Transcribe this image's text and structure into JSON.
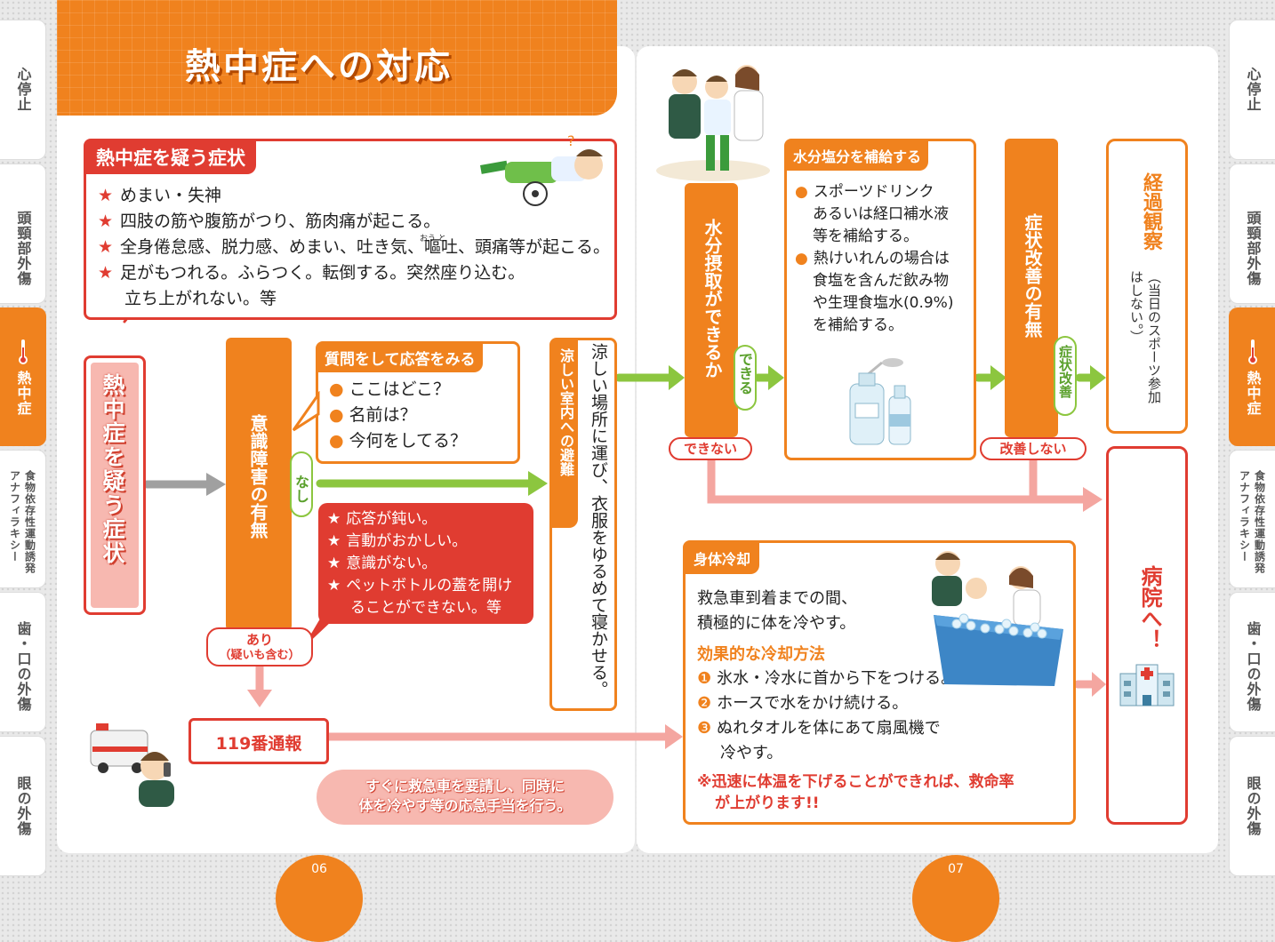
{
  "title": "熱中症への対応",
  "tabs_left": [
    "心停止",
    "頭頸部外傷",
    "熱中症",
    "食物依存性運動誘発アナフィラキシー",
    "歯・口の外傷",
    "眼の外傷"
  ],
  "tabs_right": [
    "心停止",
    "頭頸部外傷",
    "熱中症",
    "食物依存性運動誘発アナフィラキシー",
    "歯・口の外傷",
    "眼の外傷"
  ],
  "symptoms": {
    "heading": "熱中症を疑う症状",
    "items": [
      "めまい・失神",
      "四肢の筋や腹筋がつり、筋肉痛が起こる。",
      "全身倦怠感、脱力感、めまい、吐き気、嘔吐、頭痛等が起こる。",
      "足がもつれる。ふらつく。転倒する。突然座り込む。"
    ],
    "item5": "立ち上がれない。等",
    "ruby": "おう と"
  },
  "start_label": "熱中症を疑う症状",
  "consciousness": {
    "label": "意識障害の有無",
    "check_heading": "質問をして応答をみる",
    "questions": [
      "ここはどこ？",
      "名前は？",
      "今何をしてる？"
    ],
    "none": "なし",
    "yes": "あり",
    "yes_sub": "（疑いも含む）",
    "signs": [
      "応答が鈍い。",
      "言動がおかしい。",
      "意識がない。",
      "ペットボトルの蓋を開け"
    ],
    "signs_cont": "ることができない。等"
  },
  "evacuate": {
    "label": "涼しい室内への避難",
    "text": "涼しい場所に運び、衣服をゆるめて寝かせる。"
  },
  "hydration": {
    "question": "水分摂取ができるか",
    "can": "できる",
    "cannot": "できない"
  },
  "supply": {
    "heading": "水分塩分を補給する",
    "items": [
      "スポーツドリンク",
      "熱けいれんの場合は"
    ],
    "item1_lines": [
      "あるいは経口補水液",
      "等を補給する。"
    ],
    "item2_lines": [
      "食塩を含んだ飲み物",
      "や生理食塩水(0.9%)",
      "を補給する。"
    ]
  },
  "improvement": {
    "label": "症状改善の有無",
    "improved": "症状改善",
    "not_improved": "改善しない"
  },
  "observe": {
    "label": "経過観察",
    "note": "（当日のスポーツ参加はしない。）"
  },
  "hospital": "病院へ！",
  "call": {
    "label": "119番通報",
    "note_lines": [
      "すぐに救急車を要請し、同時に",
      "体を冷やす等の応急手当を行う。"
    ]
  },
  "cooling": {
    "heading": "身体冷却",
    "intro": [
      "救急車到着までの間、",
      "積極的に体を冷やす。"
    ],
    "methods_heading": "効果的な冷却方法",
    "methods": [
      "氷水・冷水に首から下をつける。",
      "ホースで水をかけ続ける。",
      "ぬれタオルを体にあて扇風機で"
    ],
    "method3_cont": "冷やす。",
    "nums": [
      "❶",
      "❷",
      "❸"
    ],
    "warning": [
      "※迅速に体温を下げることができれば、救命率",
      "が上がります!!"
    ]
  },
  "pages": [
    "06",
    "07"
  ],
  "colors": {
    "orange": "#f0821e",
    "red": "#e03c31",
    "green": "#8cc63f",
    "pink": "#f4a6a0",
    "gray": "#a0a0a0"
  }
}
